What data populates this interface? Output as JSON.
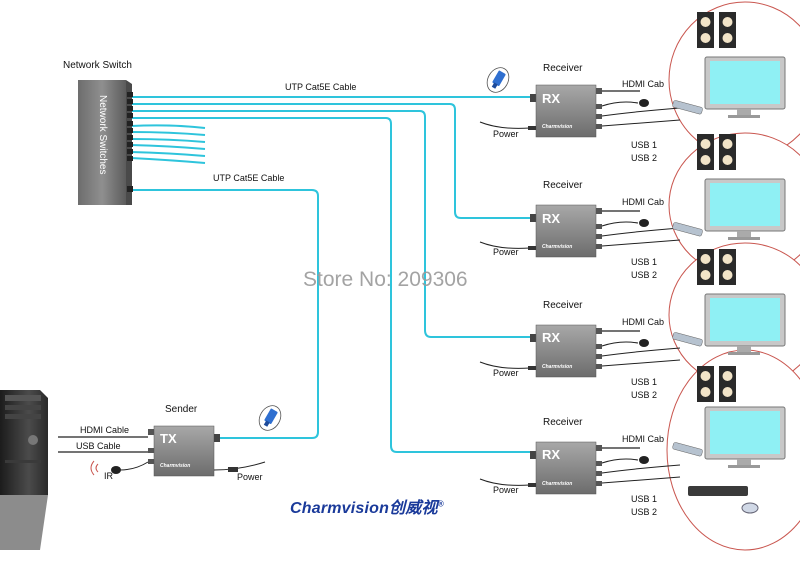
{
  "switch": {
    "title": "Network Switch",
    "body_label": "Network Switches"
  },
  "cables": {
    "top": "UTP Cat5E Cable",
    "middle": "UTP Cat5E Cable"
  },
  "watermark": "Store No: 209306",
  "brand": {
    "logo": "Charmvision",
    "logo_cjk": "创威视",
    "small": "Charmvision"
  },
  "sender": {
    "title": "Sender",
    "box_label": "TX",
    "hdmi": "HDMI Cable",
    "usb": "USB Cable",
    "ir": "IR",
    "power": "Power"
  },
  "receivers": [
    {
      "title": "Receiver",
      "box_label": "RX",
      "hdmi": "HDMI Cab",
      "power": "Power",
      "usb1": "USB 1",
      "usb2": "USB 2"
    },
    {
      "title": "Receiver",
      "box_label": "RX",
      "hdmi": "HDMI Cab",
      "power": "Power",
      "usb1": "USB 1",
      "usb2": "USB 2"
    },
    {
      "title": "Receiver",
      "box_label": "RX",
      "hdmi": "HDMI Cab",
      "power": "Power",
      "usb1": "USB 1",
      "usb2": "USB 2"
    },
    {
      "title": "Receiver",
      "box_label": "RX",
      "hdmi": "HDMI Cab",
      "power": "Power",
      "usb1": "USB 1",
      "usb2": "USB 2"
    }
  ],
  "colors": {
    "cable": "#2ec4dc",
    "screen": "#8ff0f4",
    "box": "#8a8a8a",
    "circle": "#c9564f",
    "logo": "#1a3a9a"
  }
}
